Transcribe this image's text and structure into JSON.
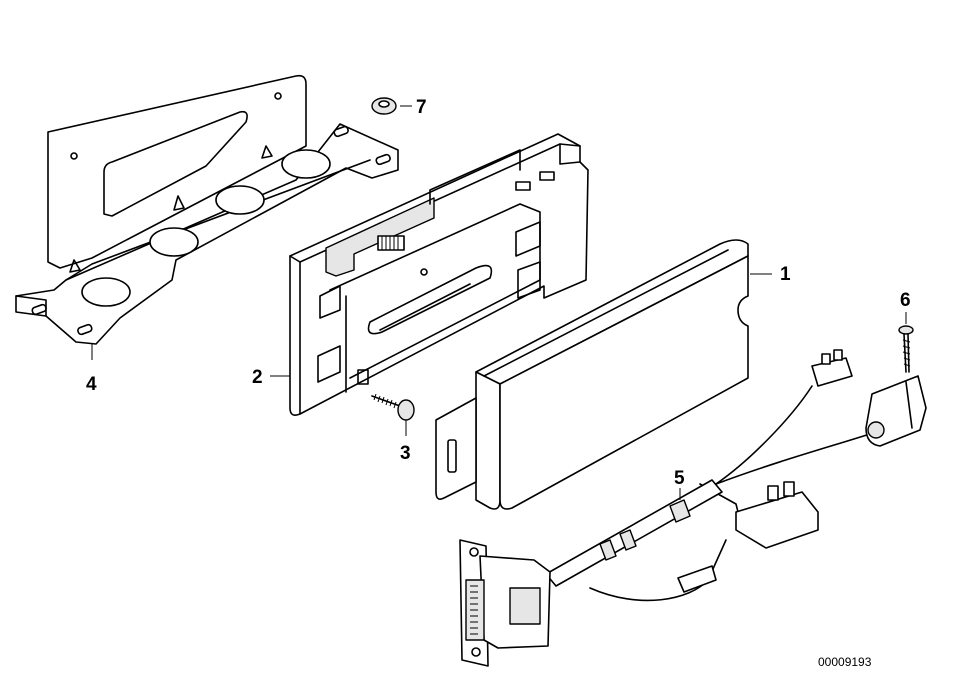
{
  "callouts": {
    "c1": "1",
    "c2": "2",
    "c3": "3",
    "c4": "4",
    "c5": "5",
    "c6": "6",
    "c7": "7"
  },
  "reference_number": "00009193"
}
